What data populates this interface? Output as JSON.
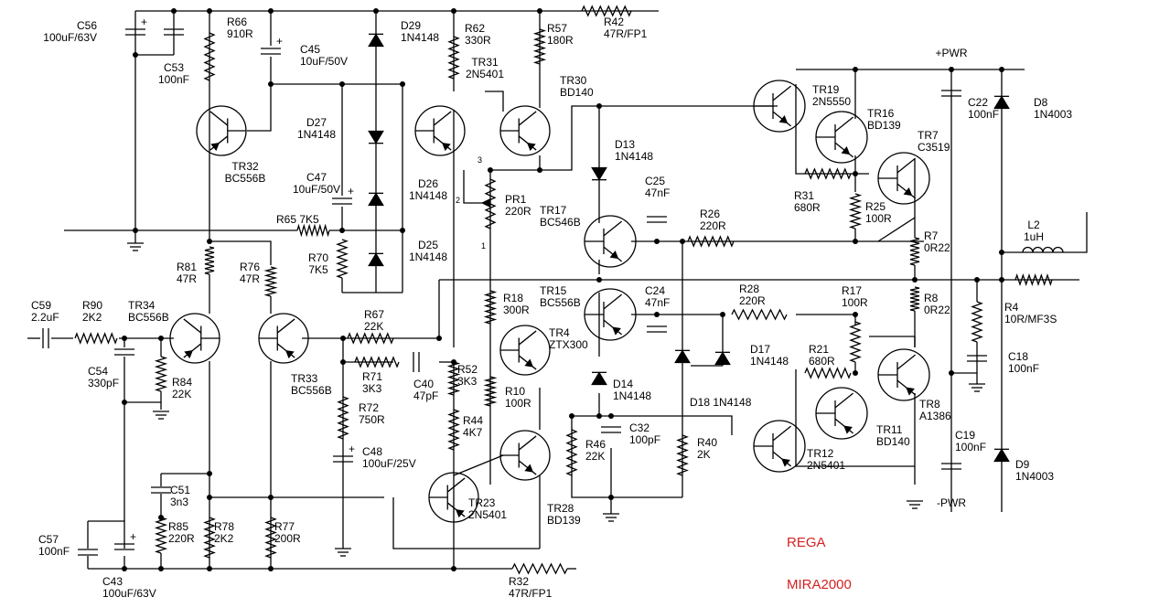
{
  "brand": {
    "name": "REGA",
    "model": "MIRA2000",
    "color": "#d32222"
  },
  "rails": {
    "pos": "+PWR",
    "neg": "-PWR"
  },
  "pr1_pins": [
    "3",
    "2",
    "1"
  ],
  "labels": {
    "C56": [
      "C56",
      "100uF/63V"
    ],
    "C53": [
      "C53",
      "100nF"
    ],
    "R66": [
      "R66",
      "910R"
    ],
    "C45": [
      "C45",
      "10uF/50V"
    ],
    "D29": [
      "D29",
      "1N4148"
    ],
    "R62": [
      "R62",
      "330R"
    ],
    "R57": [
      "R57",
      "180R"
    ],
    "R42": [
      "R42",
      "47R/FP1"
    ],
    "TR31": [
      "TR31",
      "2N5401"
    ],
    "TR30": [
      "TR30",
      "BD140"
    ],
    "D27": [
      "D27",
      "1N4148"
    ],
    "TR32": [
      "TR32",
      "BC556B"
    ],
    "C47": [
      "C47",
      "10uF/50V"
    ],
    "D26": [
      "D26",
      "1N4148"
    ],
    "R65": [
      "R65 7K5"
    ],
    "R70": [
      "R70",
      "7K5"
    ],
    "D25": [
      "D25",
      "1N4148"
    ],
    "PR1": [
      "PR1",
      "220R"
    ],
    "TR19": [
      "TR19",
      "2N5550"
    ],
    "TR16": [
      "TR16",
      "BD139"
    ],
    "TR7": [
      "TR7",
      "C3519"
    ],
    "C22": [
      "C22",
      "100nF"
    ],
    "D8": [
      "D8",
      "1N4003"
    ],
    "D13": [
      "D13",
      "1N4148"
    ],
    "C25": [
      "C25",
      "47nF"
    ],
    "R31": [
      "R31",
      "680R"
    ],
    "R25": [
      "R25",
      "100R"
    ],
    "TR17": [
      "TR17",
      "BC546B"
    ],
    "R26": [
      "R26",
      "220R"
    ],
    "R7": [
      "R7",
      "0R22"
    ],
    "L2": [
      "L2",
      "1uH"
    ],
    "R81": [
      "R81",
      "47R"
    ],
    "R76": [
      "R76",
      "47R"
    ],
    "TR15": [
      "TR15",
      "BC556B"
    ],
    "C24": [
      "C24",
      "47nF"
    ],
    "R28": [
      "R28",
      "220R"
    ],
    "R17": [
      "R17",
      "100R"
    ],
    "R8": [
      "R8",
      "0R22"
    ],
    "R4": [
      "R4",
      "10R/MF3S"
    ],
    "C59": [
      "C59",
      "2.2uF"
    ],
    "R90": [
      "R90",
      "2K2"
    ],
    "TR34": [
      "TR34",
      "BC556B"
    ],
    "R67": [
      "R67",
      "22K"
    ],
    "R18": [
      "R18",
      "300R"
    ],
    "TR4": [
      "TR4",
      "ZTX300"
    ],
    "C18": [
      "C18",
      "100nF"
    ],
    "C54": [
      "C54",
      "330pF"
    ],
    "R84": [
      "R84",
      "22K"
    ],
    "TR33": [
      "TR33",
      "BC556B"
    ],
    "R71": [
      "R71",
      "3K3"
    ],
    "C40": [
      "C40",
      "47pF"
    ],
    "R52": [
      "R52",
      "3K3"
    ],
    "R10": [
      "R10",
      "100R"
    ],
    "D14": [
      "D14",
      "1N4148"
    ],
    "D17": [
      "D17",
      "1N4148"
    ],
    "R21": [
      "R21",
      "680R"
    ],
    "D18": [
      "D18 1N4148"
    ],
    "TR8": [
      "TR8",
      "A1386"
    ],
    "R72": [
      "R72",
      "750R"
    ],
    "R44": [
      "R44",
      "4K7"
    ],
    "C32": [
      "C32",
      "100pF"
    ],
    "R46": [
      "R46",
      "22K"
    ],
    "R40": [
      "R40",
      "2K"
    ],
    "TR11": [
      "TR11",
      "BD140"
    ],
    "C19": [
      "C19",
      "100nF"
    ],
    "C48": [
      "C48",
      "100uF/25V"
    ],
    "TR12": [
      "TR12",
      "2N5401"
    ],
    "D9": [
      "D9",
      "1N4003"
    ],
    "C51": [
      "C51",
      "3n3"
    ],
    "TR23": [
      "TR23",
      "2N5401"
    ],
    "TR28": [
      "TR28",
      "BD139"
    ],
    "C57": [
      "C57",
      "100nF"
    ],
    "R85": [
      "R85",
      "220R"
    ],
    "R78": [
      "R78",
      "2K2"
    ],
    "R77": [
      "R77",
      "200R"
    ],
    "C43": [
      "C43",
      "100uF/63V"
    ],
    "R32": [
      "R32",
      "47R/FP1"
    ]
  }
}
